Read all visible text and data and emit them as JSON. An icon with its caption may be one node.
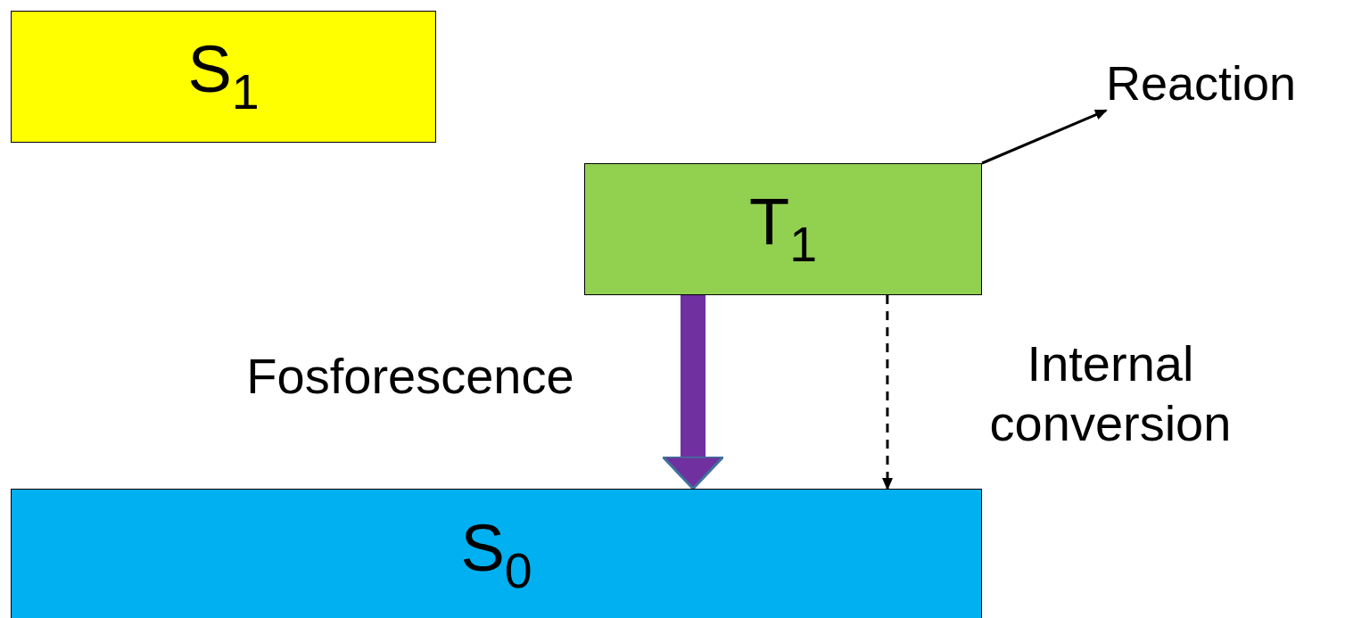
{
  "diagram": {
    "nodes": [
      {
        "text": [
          "S$_{1}$"
        ]
      },
      {
        "text": [
          "Reaction"
        ]
      },
      {
        "text": [
          "T$_{1}$"
        ]
      },
      {
        "text": [
          "S$_{0}$"
        ]
      }
    ],
    "edges": [
      {
        "from": 2,
        "to": 3,
        "arrow": "to",
        "label": "Fosforescence",
        "style": "thick",
        "color": "#7030a0"
      },
      {
        "from": 2,
        "to": 3,
        "arrow": "to",
        "label": "Internal conversion",
        "style": "dashed"
      },
      {
        "from": 2,
        "to": 1,
        "arrow": "to"
      }
    ]
  }
}
